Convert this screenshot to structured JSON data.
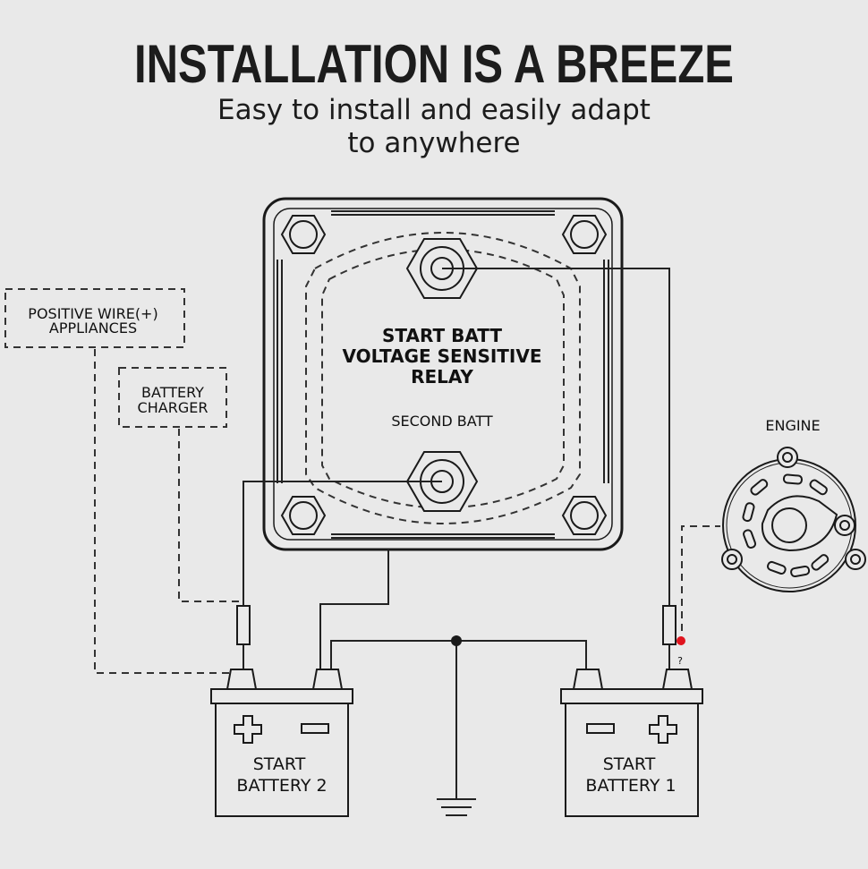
{
  "header": {
    "title": "INSTALLATION IS A BREEZE",
    "subtitle_line1": "Easy to install and easily adapt",
    "subtitle_line2": "to anywhere"
  },
  "relay": {
    "line1": "START BATT",
    "line2": "VOLTAGE SENSITIVE",
    "line3": "RELAY",
    "second_batt": "SECOND BATT"
  },
  "boxes": {
    "positive_wire_line1": "POSITIVE WIRE(+)",
    "positive_wire_line2": "APPLIANCES",
    "charger_line1": "BATTERY",
    "charger_line2": "CHARGER"
  },
  "engine": {
    "label": "ENGINE"
  },
  "battery2": {
    "line1": "START",
    "line2": "BATTERY 2"
  },
  "battery1": {
    "line1": "START",
    "line2": "BATTERY 1"
  },
  "marker": {
    "label": "?"
  },
  "colors": {
    "background": "#e9e9e9",
    "ink": "#1c1c1c",
    "accent_dot": "#e0141e"
  }
}
